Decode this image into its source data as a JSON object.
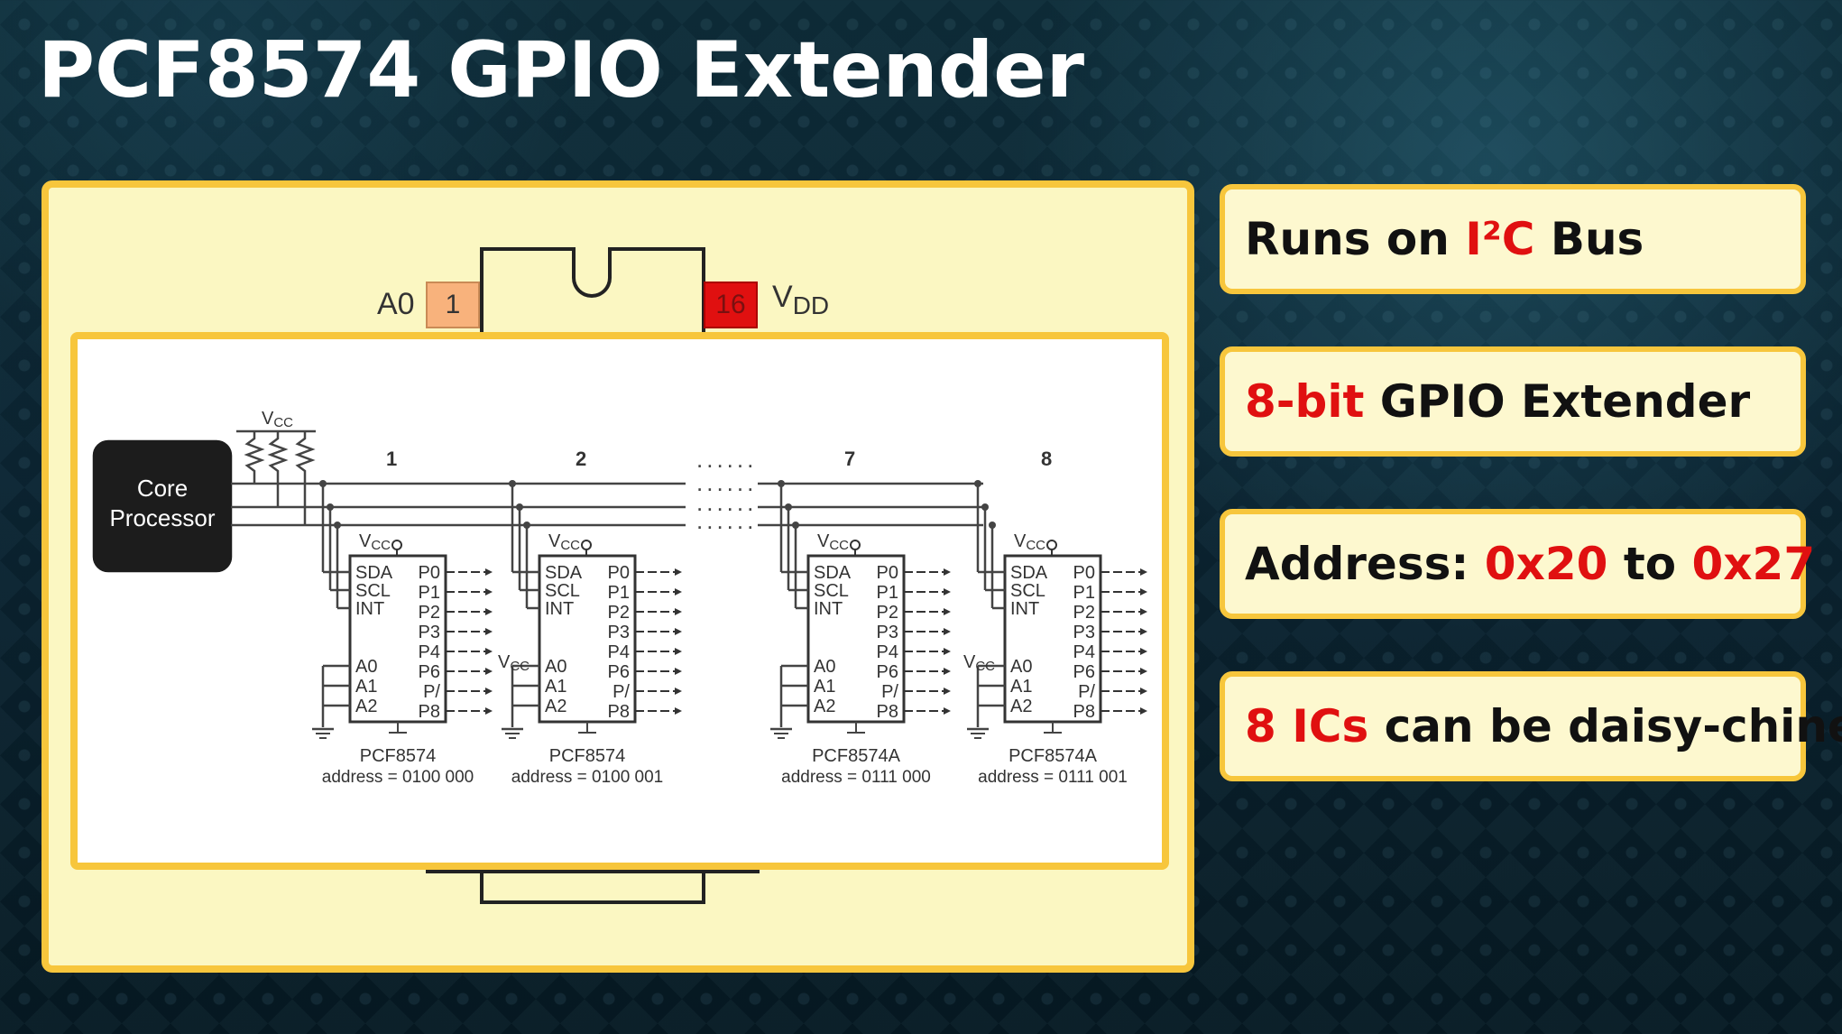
{
  "title": "PCF8574 GPIO Extender",
  "dip": {
    "pin1_label": "A0",
    "pin1_number": "1",
    "pin16_label_main": "V",
    "pin16_label_sub": "DD",
    "pin16_number": "16"
  },
  "schematic": {
    "processor_line1": "Core",
    "processor_line2": "Processor",
    "vcc_main": "V",
    "vcc_sub": "CC",
    "ellipsis": "......",
    "chips": [
      {
        "index": "1",
        "part": "PCF8574",
        "address": "address = 0100 000"
      },
      {
        "index": "2",
        "part": "PCF8574",
        "address": "address = 0100 001"
      },
      {
        "index": "7",
        "part": "PCF8574A",
        "address": "address = 0111 000"
      },
      {
        "index": "8",
        "part": "PCF8574A",
        "address": "address = 0111 001"
      }
    ],
    "left_pins": [
      "SDA",
      "SCL",
      "INT",
      "A0",
      "A1",
      "A2"
    ],
    "right_pins": [
      "P0",
      "P1",
      "P2",
      "P3",
      "P4",
      "P6",
      "P/",
      "P8"
    ]
  },
  "cards": [
    {
      "parts": [
        {
          "text": "Runs on ",
          "color": "plain"
        },
        {
          "text": "I²C",
          "color": "red"
        },
        {
          "text": " Bus",
          "color": "plain"
        }
      ]
    },
    {
      "parts": [
        {
          "text": "8-bit",
          "color": "red"
        },
        {
          "text": " GPIO Extender",
          "color": "plain"
        }
      ]
    },
    {
      "parts": [
        {
          "text": "Address: ",
          "color": "plain"
        },
        {
          "text": "0x20",
          "color": "red"
        },
        {
          "text": " to ",
          "color": "plain"
        },
        {
          "text": "0x27",
          "color": "red"
        }
      ]
    },
    {
      "parts": [
        {
          "text": "8 ICs",
          "color": "red"
        },
        {
          "text": " can be daisy-chined",
          "color": "plain"
        }
      ]
    }
  ],
  "colors": {
    "accent_border": "#f7c63c",
    "highlight_red": "#e01010",
    "pin1_fill": "#f8b27c",
    "pin16_fill": "#e01010"
  }
}
